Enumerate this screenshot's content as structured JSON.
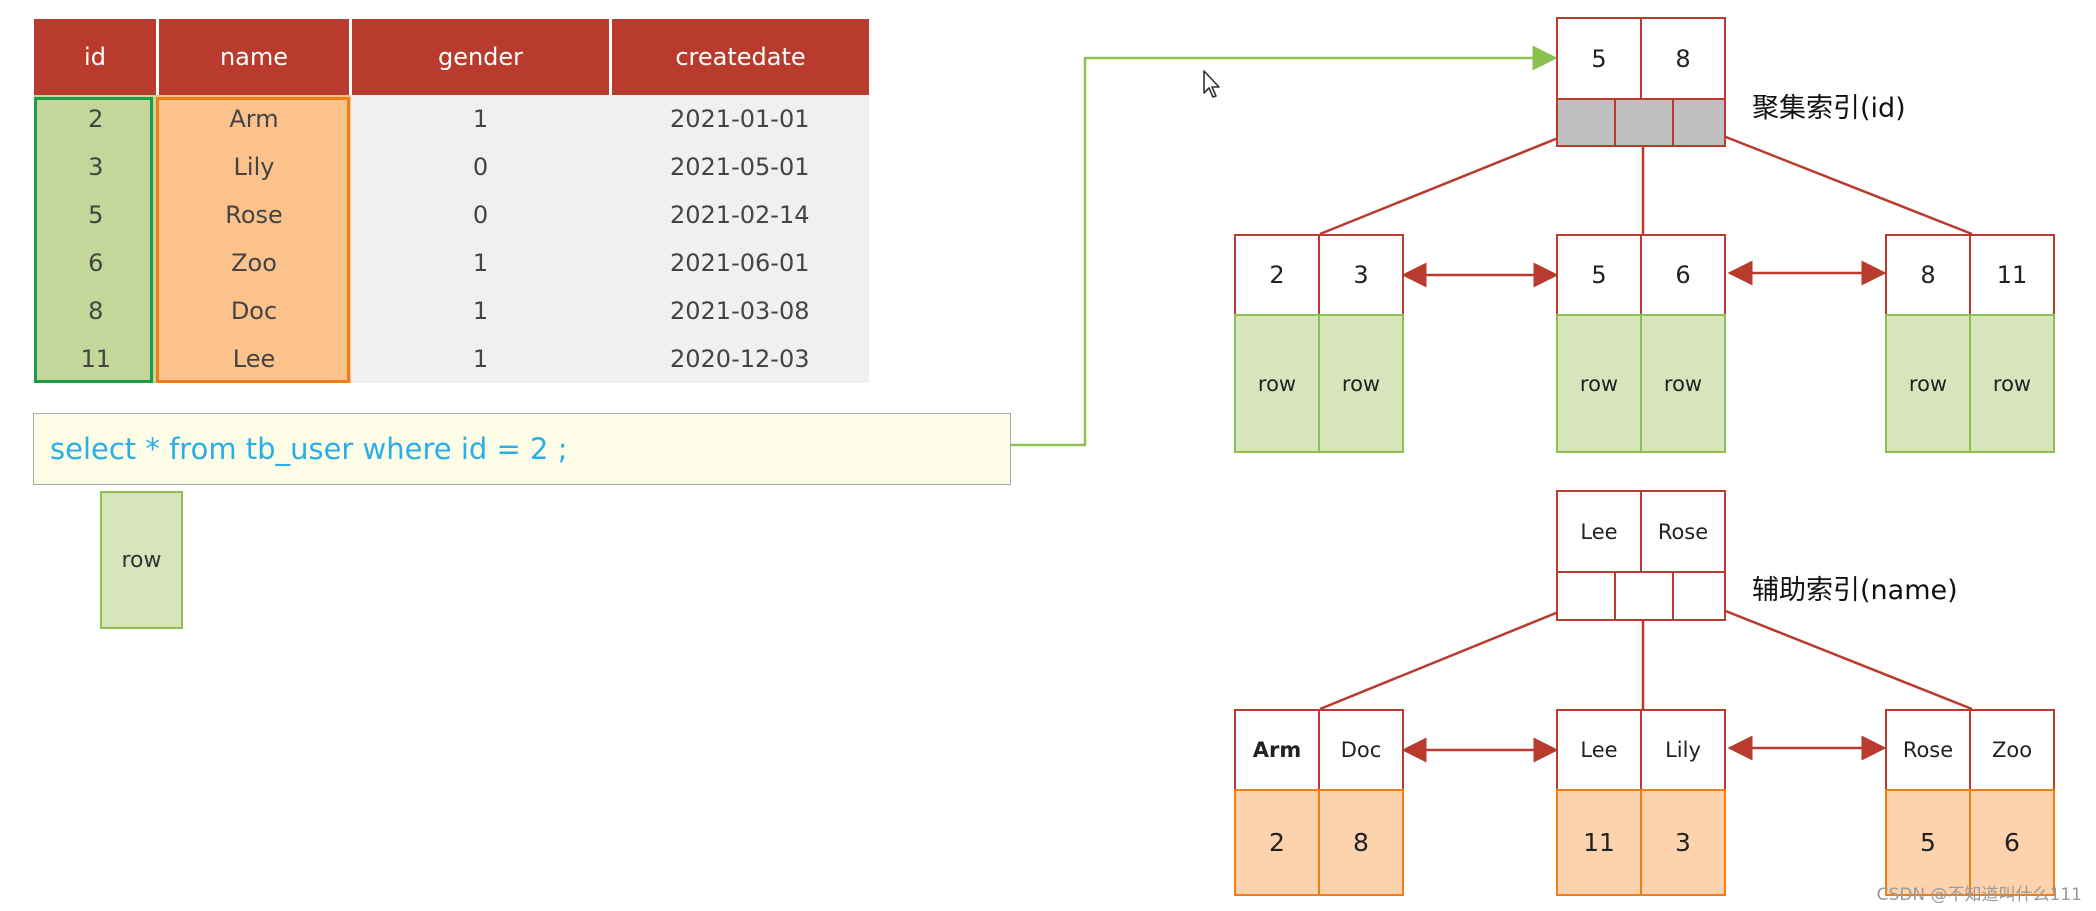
{
  "table": {
    "headers": [
      "id",
      "name",
      "gender",
      "createdate"
    ],
    "rows": [
      [
        "2",
        "Arm",
        "1",
        "2021-01-01"
      ],
      [
        "3",
        "Lily",
        "0",
        "2021-05-01"
      ],
      [
        "5",
        "Rose",
        "0",
        "2021-02-14"
      ],
      [
        "6",
        "Zoo",
        "1",
        "2021-06-01"
      ],
      [
        "8",
        "Doc",
        "1",
        "2021-03-08"
      ],
      [
        "11",
        "Lee",
        "1",
        "2020-12-03"
      ]
    ]
  },
  "query": {
    "sql": "select * from tb_user where id = 2 ;",
    "result_label": "row"
  },
  "clustered_index": {
    "label": "聚集索引(id)",
    "root_keys": [
      "5",
      "8"
    ],
    "leaves": [
      {
        "keys": [
          "2",
          "3"
        ],
        "values": [
          "row",
          "row"
        ]
      },
      {
        "keys": [
          "5",
          "6"
        ],
        "values": [
          "row",
          "row"
        ]
      },
      {
        "keys": [
          "8",
          "11"
        ],
        "values": [
          "row",
          "row"
        ]
      }
    ]
  },
  "secondary_index": {
    "label": "辅助索引(name)",
    "root_keys": [
      "Lee",
      "Rose"
    ],
    "leaves": [
      {
        "keys": [
          "Arm",
          "Doc"
        ],
        "values": [
          "2",
          "8"
        ]
      },
      {
        "keys": [
          "Lee",
          "Lily"
        ],
        "values": [
          "11",
          "3"
        ]
      },
      {
        "keys": [
          "Rose",
          "Zoo"
        ],
        "values": [
          "5",
          "6"
        ]
      }
    ]
  },
  "watermark": "CSDN @不知道叫什么111",
  "colors": {
    "header_red": "#b83b2d",
    "id_green": "#c4d79b",
    "name_orange": "#fcc28c",
    "sql_blue": "#2aaee6",
    "arrow_green": "#8cc152"
  }
}
